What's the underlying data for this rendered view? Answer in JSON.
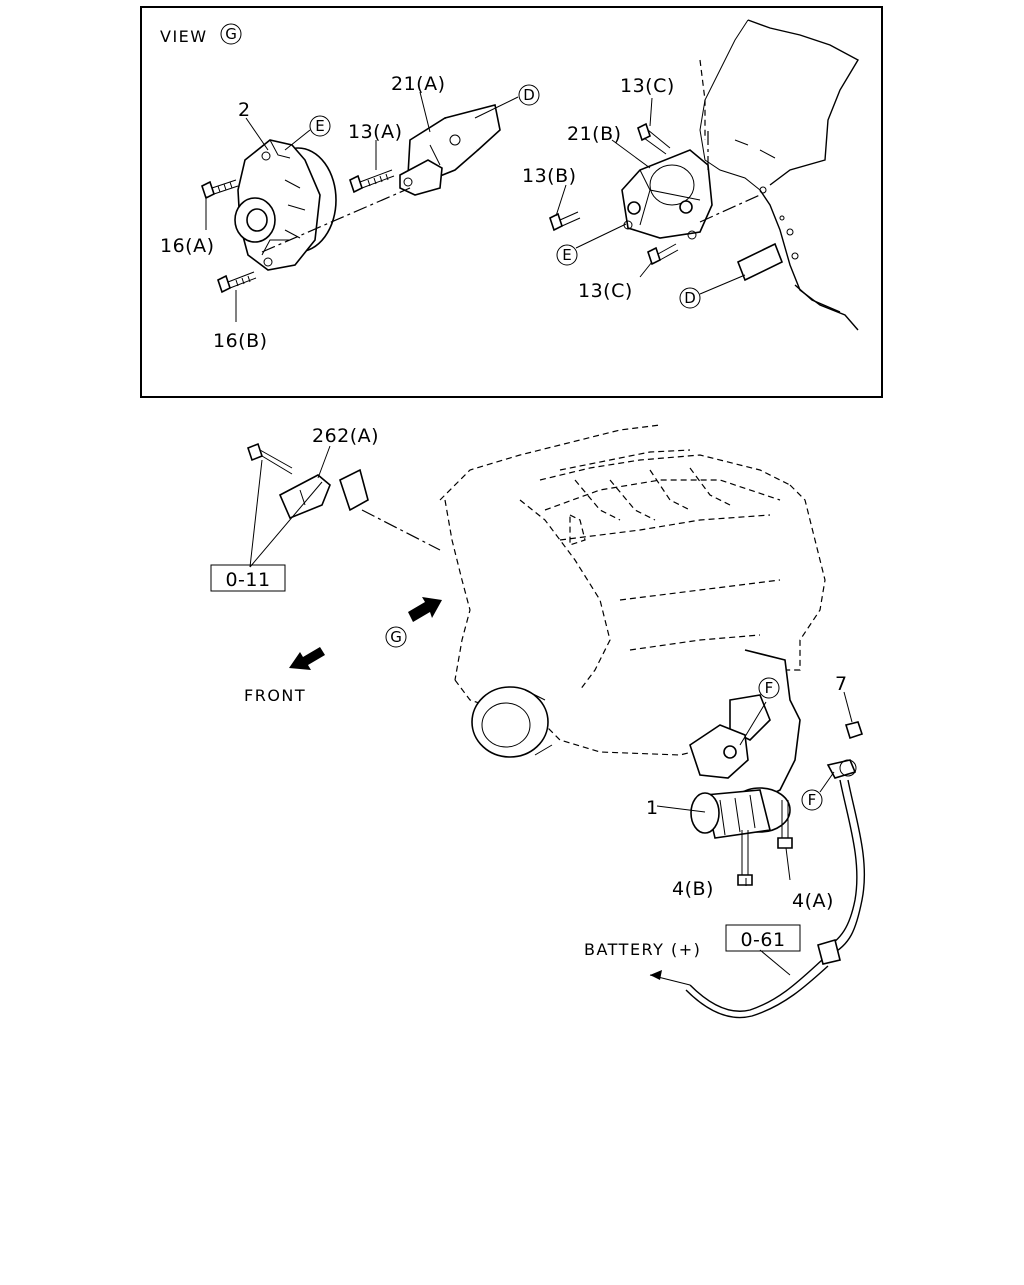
{
  "inset": {
    "title": "VIEW",
    "title_ref": "G"
  },
  "labels": {
    "part_2": "2",
    "part_21a": "21(A)",
    "part_13a": "13(A)",
    "part_16a": "16(A)",
    "part_16b": "16(B)",
    "part_13c_top": "13(C)",
    "part_21b": "21(B)",
    "part_13b": "13(B)",
    "part_13c_bottom": "13(C)",
    "part_262a": "262(A)",
    "part_1": "1",
    "part_7": "7",
    "part_4b": "4(B)",
    "part_4a": "4(A)",
    "front": "FRONT",
    "battery": "BATTERY (+)"
  },
  "refs": {
    "box_o11": "0-11",
    "box_o61": "0-61",
    "circ_e1": "E",
    "circ_d1": "D",
    "circ_e2": "E",
    "circ_d2": "D",
    "circ_g": "G",
    "circ_f1": "F",
    "circ_f2": "F"
  }
}
